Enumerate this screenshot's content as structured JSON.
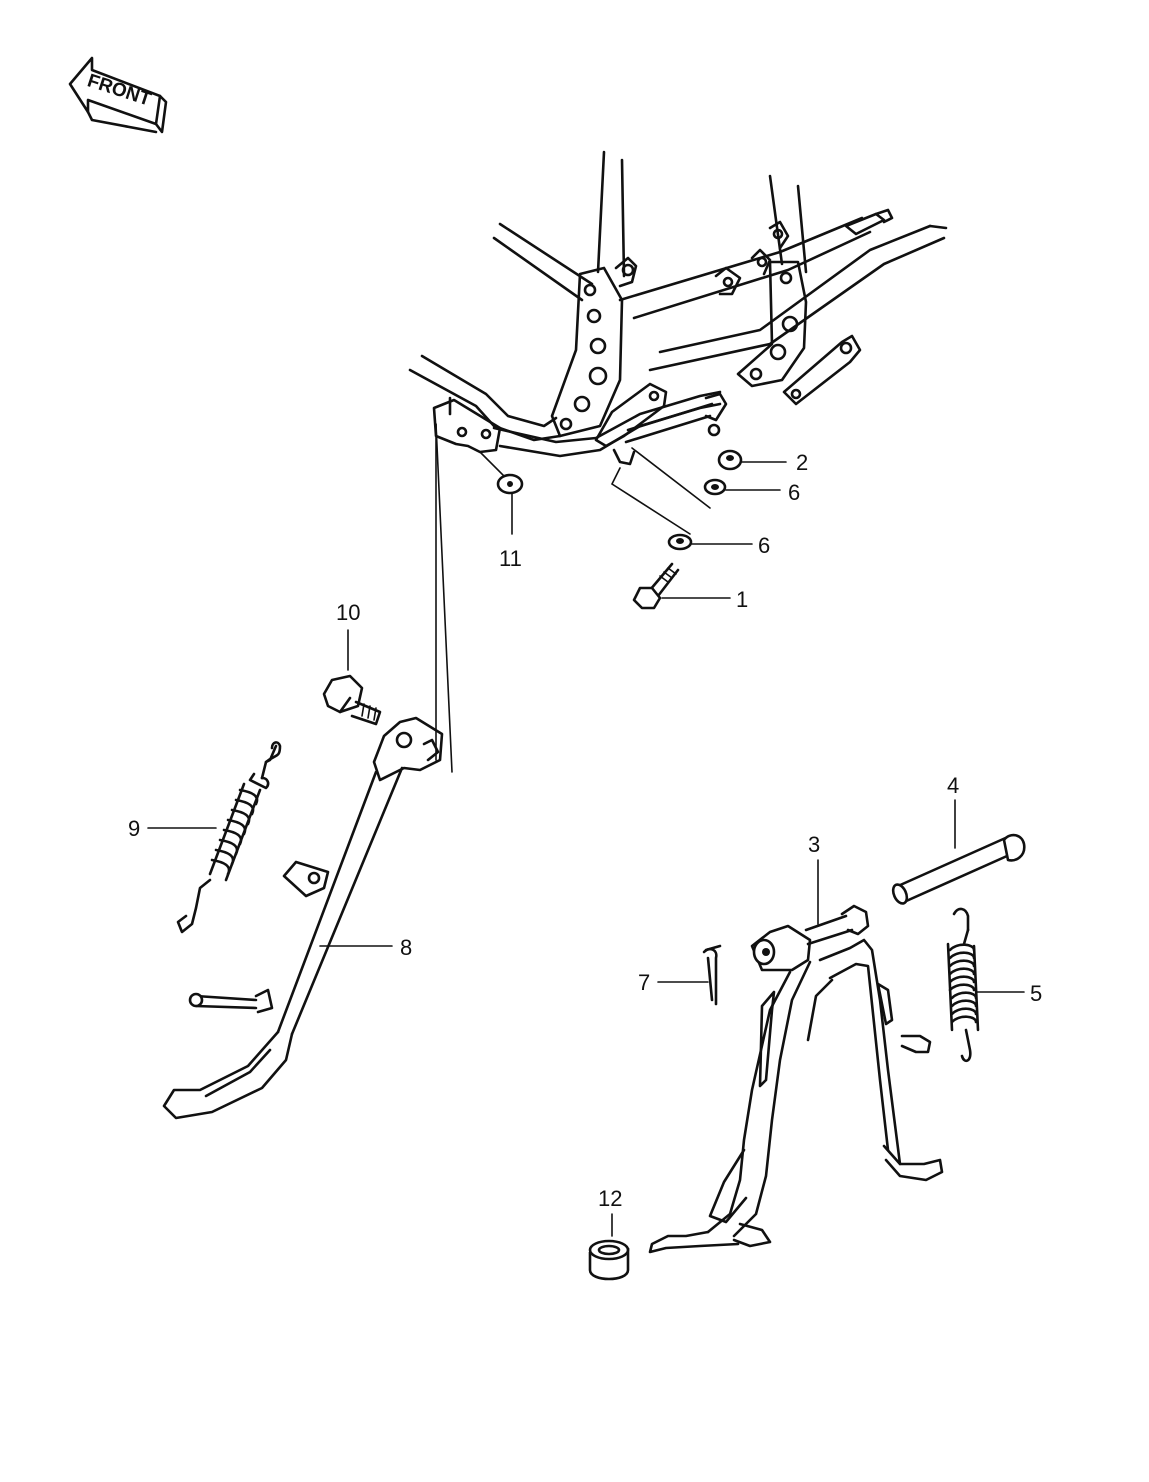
{
  "front_label": "FRONT",
  "callouts": [
    {
      "id": "1",
      "text": "1"
    },
    {
      "id": "2",
      "text": "2"
    },
    {
      "id": "3",
      "text": "3"
    },
    {
      "id": "4",
      "text": "4"
    },
    {
      "id": "5",
      "text": "5"
    },
    {
      "id": "6a",
      "text": "6"
    },
    {
      "id": "6b",
      "text": "6"
    },
    {
      "id": "7",
      "text": "7"
    },
    {
      "id": "8",
      "text": "8"
    },
    {
      "id": "9",
      "text": "9"
    },
    {
      "id": "10",
      "text": "10"
    },
    {
      "id": "11",
      "text": "11"
    },
    {
      "id": "12",
      "text": "12"
    }
  ]
}
